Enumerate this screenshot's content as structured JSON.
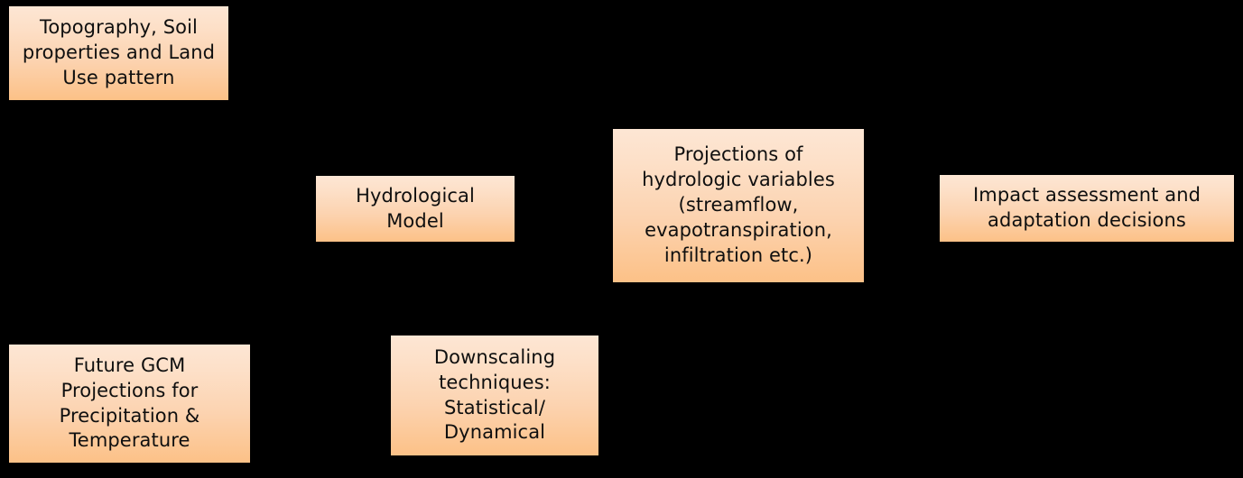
{
  "diagram": {
    "background_color": "#000000",
    "node_gradient_top": "#fde6d4",
    "node_gradient_bottom": "#fcc187",
    "text_color": "#0f0f0f",
    "nodes": [
      {
        "id": "topography",
        "label": "Topography, Soil\nproperties and Land\nUse pattern"
      },
      {
        "id": "hydrological-model",
        "label": "Hydrological\nModel"
      },
      {
        "id": "projections",
        "label": "Projections of\nhydrologic variables\n(streamflow,\nevapotranspiration,\ninfiltration etc.)"
      },
      {
        "id": "impact",
        "label": "Impact  assessment and\nadaptation decisions"
      },
      {
        "id": "gcm",
        "label": "Future GCM\nProjections for\nPrecipitation &\nTemperature"
      },
      {
        "id": "downscaling",
        "label": "Downscaling\ntechniques:\nStatistical/\nDynamical"
      }
    ]
  }
}
